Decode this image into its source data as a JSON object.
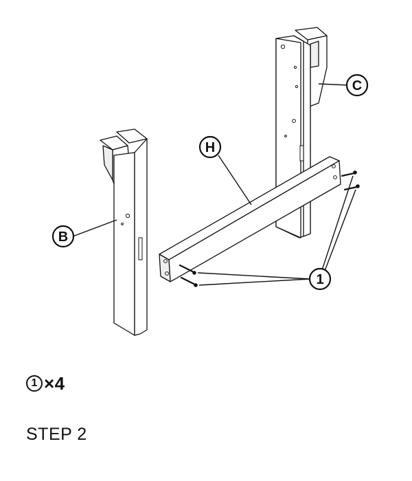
{
  "diagram": {
    "part_labels": {
      "b": "B",
      "c": "C",
      "h": "H",
      "fastener": "1"
    }
  },
  "fastener_quantity": {
    "id": "1",
    "text": "×4"
  },
  "step": {
    "title": "STEP 2"
  },
  "colors": {
    "ink": "#111111",
    "background": "#ffffff"
  },
  "icons": {
    "fastener": "screw-icon"
  }
}
